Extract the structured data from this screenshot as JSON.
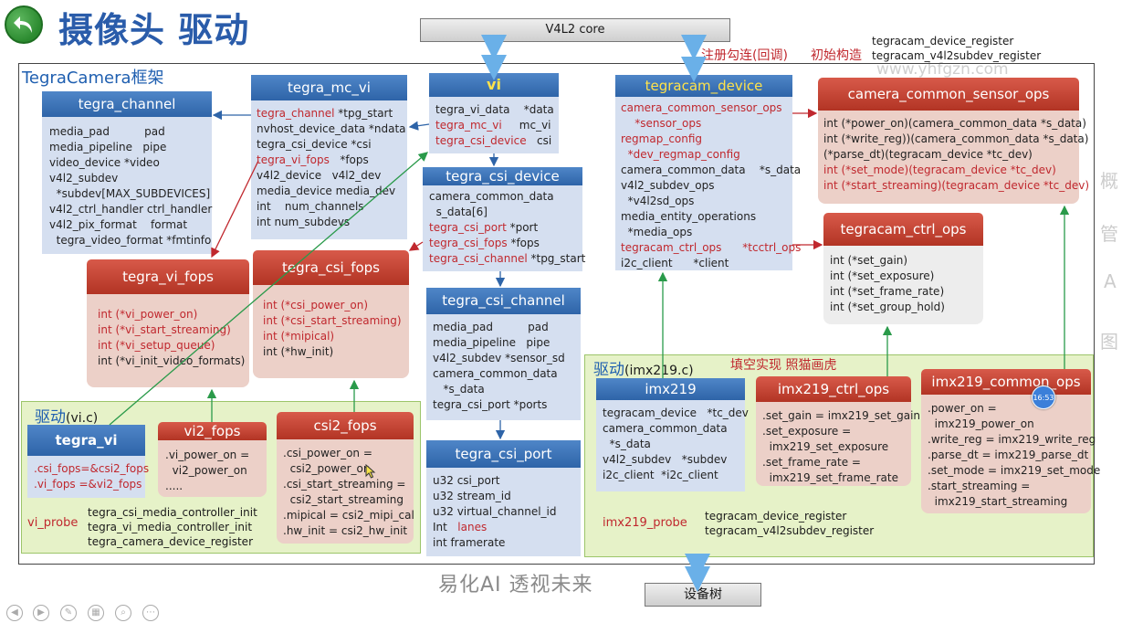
{
  "title": "摄像头 驱动",
  "top": {
    "v4l2_core": "V4L2  core",
    "register_note": "注册勾连(回调)",
    "init_note": "初始构造",
    "register_fn1": "tegracam_device_register",
    "register_fn2": "tegracam_v4l2subdev_register",
    "url_watermark": "www.yhfgzn.com"
  },
  "frame_title": "TegraCamera框架",
  "tegra_channel": {
    "header": "tegra_channel",
    "lines": [
      "media_pad          pad",
      "media_pipeline   pipe",
      "video_device *video",
      "v4l2_subdev",
      "  *subdev[MAX_SUBDEVICES]",
      "v4l2_ctrl_handler ctrl_handler",
      "v4l2_pix_format    format",
      "  tegra_video_format *fmtinfo"
    ]
  },
  "tegra_mc_vi": {
    "header": "tegra_mc_vi",
    "line1_red": "tegra_channel",
    "line1_rest": " *tpg_start",
    "line2": "nvhost_device_data *ndata",
    "line3": "tegra_csi_device *csi",
    "line4_red": "tegra_vi_fops",
    "line4_rest": "   *fops",
    "line5": "v4l2_device   v4l2_dev",
    "line6": "media_device media_dev",
    "line7": "int    num_channels",
    "line8": "int num_subdevs"
  },
  "vi": {
    "header": "vi",
    "line1": "tegra_vi_data    *data",
    "line2_red": "tegra_mc_vi",
    "line2_rest": "     mc_vi",
    "line3_red": "tegra_csi_device",
    "line3_rest": "   csi"
  },
  "tegra_csi_device": {
    "header": "tegra_csi_device",
    "line1": "camera_common_data",
    "line2": "  s_data[6]",
    "line3_red": "tegra_csi_port",
    "line3_rest": " *port",
    "line4_red": "tegra_csi_fops",
    "line4_rest": " *fops",
    "line5_red": "tegra_csi_channel",
    "line5_rest": " *tpg_start"
  },
  "tegra_csi_channel": {
    "header": "tegra_csi_channel",
    "lines": [
      "media_pad          pad",
      "media_pipeline   pipe",
      "v4l2_subdev *sensor_sd",
      "camera_common_data",
      "   *s_data",
      "tegra_csi_port *ports"
    ]
  },
  "tegra_csi_port": {
    "header": "tegra_csi_port",
    "line1": "u32 csi_port",
    "line2": "u32 stream_id",
    "line3": "u32 virtual_channel_id",
    "line4_pre": "Int   ",
    "line4_red": "lanes",
    "line5": "int framerate"
  },
  "tegra_vi_fops": {
    "header": "tegra_vi_fops",
    "red_lines": [
      "int (*vi_power_on)",
      "int (*vi_start_streaming)",
      "int (*vi_setup_queue)"
    ],
    "line4": "int (*vi_init_video_formats)"
  },
  "tegra_csi_fops": {
    "header": "tegra_csi_fops",
    "red_lines": [
      "int (*csi_power_on)",
      "int (*csi_start_streaming)",
      "int (*mipical)"
    ],
    "line4": "int (*hw_init)"
  },
  "vi_driver": {
    "label": "驱动",
    "file": "(vi.c)",
    "tegra_vi": {
      "header": "tegra_vi",
      "red_lines": [
        ".csi_fops=&csi2_fops",
        ".vi_fops =&vi2_fops"
      ]
    },
    "vi2_fops": {
      "header": "vi2_fops",
      "lines": [
        ".vi_power_on =",
        "  vi2_power_on",
        "....."
      ]
    },
    "csi2_fops": {
      "header": "csi2_fops",
      "lines": [
        ".csi_power_on =",
        "  csi2_power_on",
        ".csi_start_streaming =",
        "  csi2_start_streaming",
        ".mipical = csi2_mipi_cal",
        ".hw_init = csi2_hw_init"
      ]
    },
    "probe": "vi_probe",
    "probe_calls": [
      "tegra_csi_media_controller_init",
      "tegra_vi_media_controller_init",
      "tegra_camera_device_register"
    ]
  },
  "tegracam_device": {
    "header": "tegracam_device",
    "red1": "camera_common_sensor_ops",
    "red2": "    *sensor_ops",
    "red3": "regmap_config",
    "red4": "  *dev_regmap_config",
    "line5": "camera_common_data    *s_data",
    "line6": "v4l2_subdev_ops",
    "line7": "  *v4l2sd_ops",
    "line8": "media_entity_operations",
    "line9": "  *media_ops",
    "red10a": "tegracam_ctrl_ops",
    "red10b": "      *tcctrl_ops",
    "line11": "i2c_client      *client"
  },
  "camera_common_sensor_ops": {
    "header": "camera_common_sensor_ops",
    "lines": [
      "int (*power_on)(camera_common_data *s_data)",
      "int (*write_reg))(camera_common_data *s_data)",
      "(*parse_dt)(tegracam_device *tc_dev)"
    ],
    "red_lines": [
      "int (*set_mode)(tegracam_device *tc_dev)",
      "int (*start_streaming)(tegracam_device *tc_dev)"
    ]
  },
  "tegracam_ctrl_ops": {
    "header": "tegracam_ctrl_ops",
    "lines": [
      "int (*set_gain)",
      "int (*set_exposure)",
      "int (*set_frame_rate)",
      "int (*set_group_hold)"
    ]
  },
  "imx_driver": {
    "label": "驱动",
    "file": "(imx219.c)",
    "fill_note": "填空实现    照猫画虎",
    "imx219": {
      "header": "imx219",
      "lines": [
        "tegracam_device   *tc_dev",
        "camera_common_data",
        "  *s_data",
        "v4l2_subdev   *subdev",
        "i2c_client  *i2c_client"
      ]
    },
    "imx219_ctrl_ops": {
      "header": "imx219_ctrl_ops",
      "lines": [
        ".set_gain = imx219_set_gain",
        ".set_exposure =",
        "  imx219_set_exposure",
        ".set_frame_rate =",
        "  imx219_set_frame_rate"
      ]
    },
    "imx219_common_ops": {
      "header": "imx219_common_ops",
      "lines": [
        ".power_on =",
        "  imx219_power_on",
        ".write_reg = imx219_write_reg",
        ".parse_dt = imx219_parse_dt",
        ".set_mode = imx219_set_mode",
        ".start_streaming =",
        "  imx219_start_streaming"
      ]
    },
    "probe": "imx219_probe",
    "probe_calls": [
      "tegracam_device_register",
      "tegracam_v4l2subdev_register"
    ]
  },
  "bottom": {
    "slogan": "易化AI   透视未来",
    "device_tree": "设备树"
  },
  "clock": "16:53",
  "side_glyphs": [
    "概",
    "管",
    "A",
    "图"
  ],
  "colors": {
    "header_blue": "#2e64a8",
    "header_red": "#b23424",
    "body_blue": "#d5dff0",
    "body_pink": "#ecd0c8",
    "green_area": "#e6f2c8",
    "accent_red": "#c0282e",
    "title_blue": "#2a5caa"
  }
}
